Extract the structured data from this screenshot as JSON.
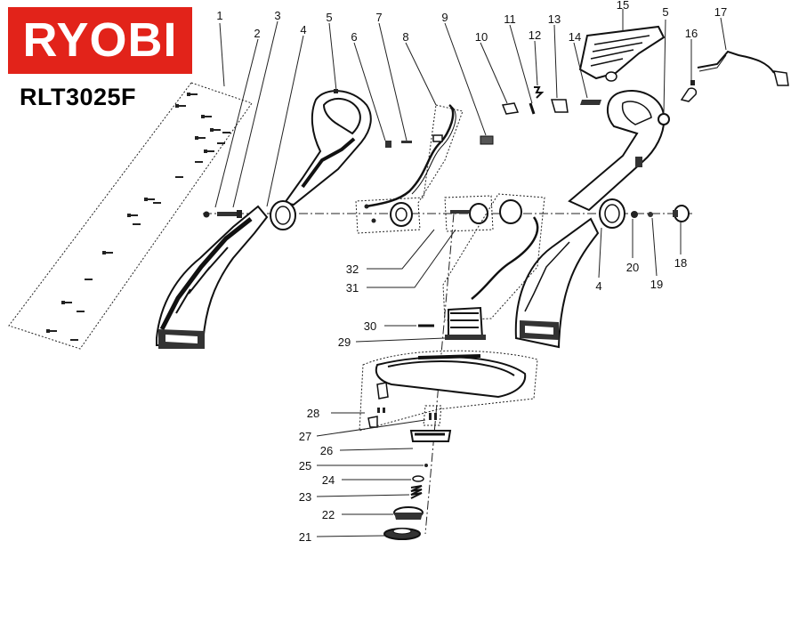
{
  "brand": {
    "logo_text": "RYOBI",
    "color": "#e2231a"
  },
  "model": "RLT3025F",
  "callouts": [
    "1",
    "2",
    "3",
    "4",
    "5",
    "6",
    "7",
    "8",
    "9",
    "10",
    "11",
    "12",
    "13",
    "14",
    "15",
    "5",
    "16",
    "17",
    "4",
    "18",
    "19",
    "20",
    "32",
    "31",
    "30",
    "29",
    "28",
    "27",
    "26",
    "25",
    "24",
    "23",
    "22",
    "21"
  ]
}
